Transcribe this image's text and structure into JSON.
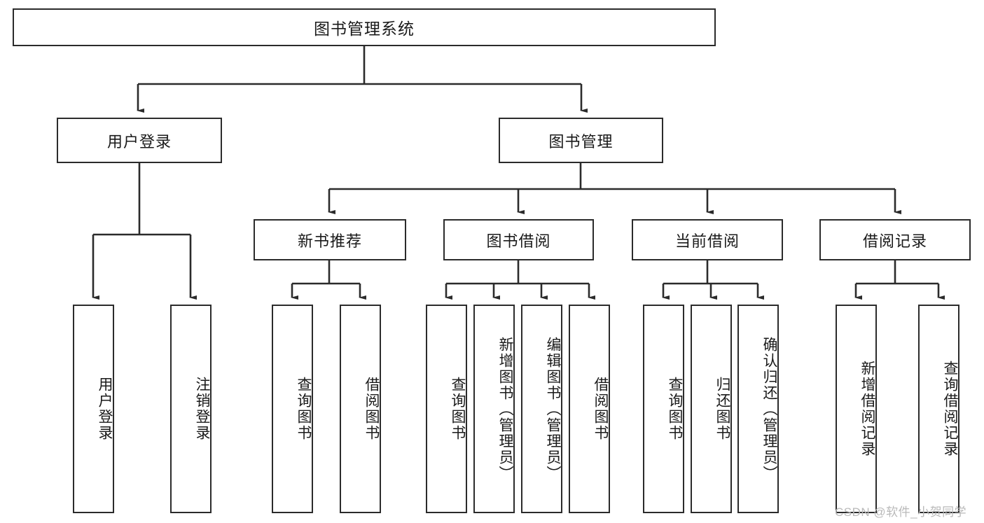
{
  "diagram": {
    "title": "图书管理系统",
    "type": "tree-hierarchy-diagram",
    "colors": {
      "box_border": "#2b2b2b",
      "box_fill": "#ffffff",
      "connector": "#2b2b2b",
      "text": "#1a1a1a",
      "watermark": "#b9b9b9",
      "background": "#ffffff"
    },
    "root": {
      "label": "图书管理系统"
    },
    "level2": [
      {
        "label": "用户登录"
      },
      {
        "label": "图书管理"
      }
    ],
    "level3": [
      {
        "label": "新书推荐"
      },
      {
        "label": "图书借阅"
      },
      {
        "label": "当前借阅"
      },
      {
        "label": "借阅记录"
      }
    ],
    "leaves": {
      "user_login": [
        {
          "label": "用户登录"
        },
        {
          "label": "注销登录"
        }
      ],
      "new_book_recommend": [
        {
          "label": "查询图书"
        },
        {
          "label": "借阅图书"
        }
      ],
      "book_borrow": [
        {
          "label": "查询图书"
        },
        {
          "label": "新增图书（管理员）"
        },
        {
          "label": "编辑图书（管理员）"
        },
        {
          "label": "借阅图书"
        }
      ],
      "current_borrow": [
        {
          "label": "查询图书"
        },
        {
          "label": "归还图书"
        },
        {
          "label": "确认归还（管理员）"
        }
      ],
      "borrow_record": [
        {
          "label": "新增借阅记录"
        },
        {
          "label": "查询借阅记录"
        }
      ]
    },
    "watermark": "CSDN @软件_小贺同学"
  }
}
